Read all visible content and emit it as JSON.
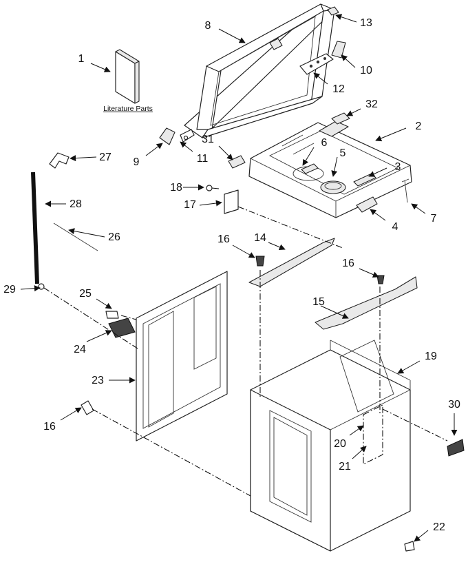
{
  "literature_label": "Literature Parts",
  "callouts": [
    "1",
    "2",
    "3",
    "4",
    "5",
    "6",
    "7",
    "8",
    "9",
    "10",
    "11",
    "12",
    "13",
    "14",
    "15",
    "16",
    "16",
    "16",
    "17",
    "18",
    "19",
    "20",
    "21",
    "22",
    "23",
    "24",
    "25",
    "26",
    "27",
    "28",
    "29",
    "30",
    "31",
    "32"
  ],
  "colors": {
    "line": "#222222",
    "background": "#ffffff",
    "arrow": "#111111"
  }
}
